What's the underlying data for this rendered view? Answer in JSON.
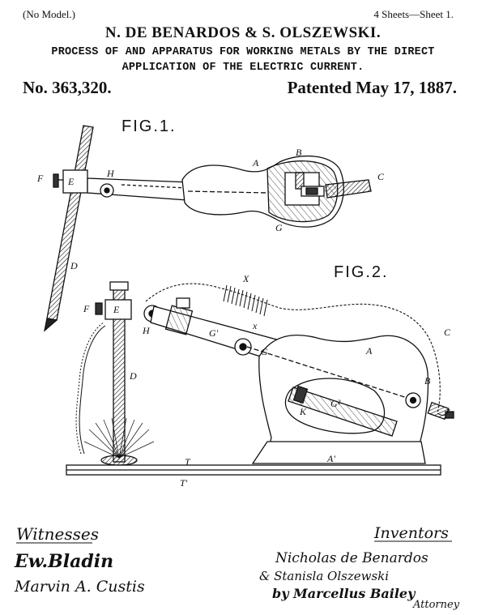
{
  "header": {
    "model_note": "(No Model.)",
    "sheet_note": "4 Sheets—Sheet 1.",
    "names": "N. DE BENARDOS & S. OLSZEWSKI.",
    "title_line1": "PROCESS OF AND APPARATUS FOR WORKING METALS BY THE DIRECT",
    "title_line2": "APPLICATION OF THE ELECTRIC CURRENT.",
    "patent_number": "No. 363,320.",
    "patent_date": "Patented May 17, 1887."
  },
  "figures": {
    "fig1_label": "FIG.1.",
    "fig2_label": "FIG.2.",
    "fig1_parts": {
      "F": "F",
      "E": "E",
      "H": "H",
      "A": "A",
      "B": "B",
      "C": "C",
      "G": "G",
      "D": "D"
    },
    "fig2_parts": {
      "X": "X",
      "F": "F",
      "E": "E",
      "H": "H",
      "Gp": "G'",
      "x": "x",
      "G": "G",
      "A": "A",
      "C": "C",
      "B": "B",
      "G2": "G²",
      "K": "K",
      "D": "D",
      "T": "T",
      "Ap": "A'",
      "Tp": "T'"
    }
  },
  "footer": {
    "witnesses_heading": "Witnesses",
    "witness1": "Ew.Bladin",
    "witness2": "Marvin A. Custis",
    "inventors_heading": "Inventors",
    "inventor1": "Nicholas de Benardos",
    "inventor2": "& Stanisla Olszewski",
    "attorney": "by Marcellus Bailey",
    "attorney_title": "Attorney"
  }
}
